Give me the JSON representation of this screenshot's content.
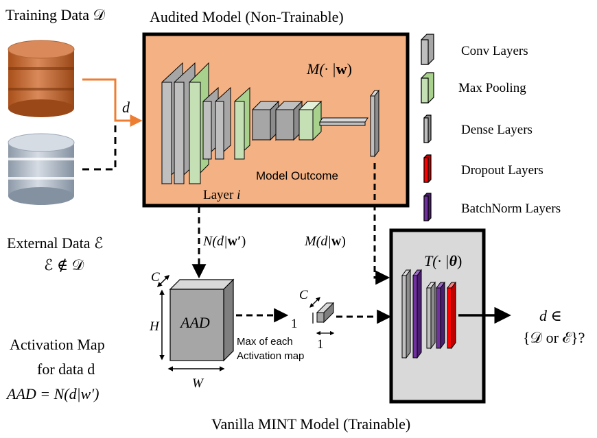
{
  "labels": {
    "training_data": "Training Data 𝒟",
    "audited_model": "Audited Model (Non-Trainable)",
    "model_function": "M(· |",
    "model_function_w": "w",
    "model_function_close": ")",
    "d": "d",
    "model_outcome": "Model Outcome",
    "layer_i": "Layer",
    "layer_i_var": "i",
    "external_data": "External Data ℰ",
    "not_in": "ℰ ∉ 𝒟",
    "n_arrow_label": "N(d|",
    "n_arrow_w": "w′",
    "n_arrow_close": ")",
    "m_arrow_label": "M(d|",
    "m_arrow_w": "w",
    "m_arrow_close": ")",
    "attack_function": "T(· |",
    "attack_theta": "θ",
    "attack_close": ")",
    "aad": "AAD",
    "dim_c": "C",
    "dim_h": "H",
    "dim_w": "W",
    "dim_c_small": "C",
    "dim_one_left": "1",
    "dim_one_bottom": "1",
    "max_each_line1": "Max of each",
    "max_each_line2": "Activation map",
    "activation_line1": "Activation Map",
    "activation_line2": "for data d",
    "activation_line3": "AAD = N(d|w′)",
    "output_line1": "d ∈",
    "output_line2": "{𝒟 or ℰ}?",
    "vanilla_model": "Vanilla MINT Model (Trainable)"
  },
  "legend": [
    {
      "label": "Conv Layers",
      "color": "#a6a6a6"
    },
    {
      "label": "Max Pooling",
      "color": "#c5e0b4"
    },
    {
      "label": "Dense Layers",
      "color": "#bfbfbf"
    },
    {
      "label": "Dropout Layers",
      "color": "#ff0000"
    },
    {
      "label": "BatchNorm Layers",
      "color": "#7030a0"
    }
  ],
  "colors": {
    "audited_box_fill": "#f4b183",
    "attack_box_fill": "#d9d9d9",
    "training_db": "#c55a11",
    "external_db": "#adb9ca",
    "arrow_orange": "#ed7d31"
  }
}
